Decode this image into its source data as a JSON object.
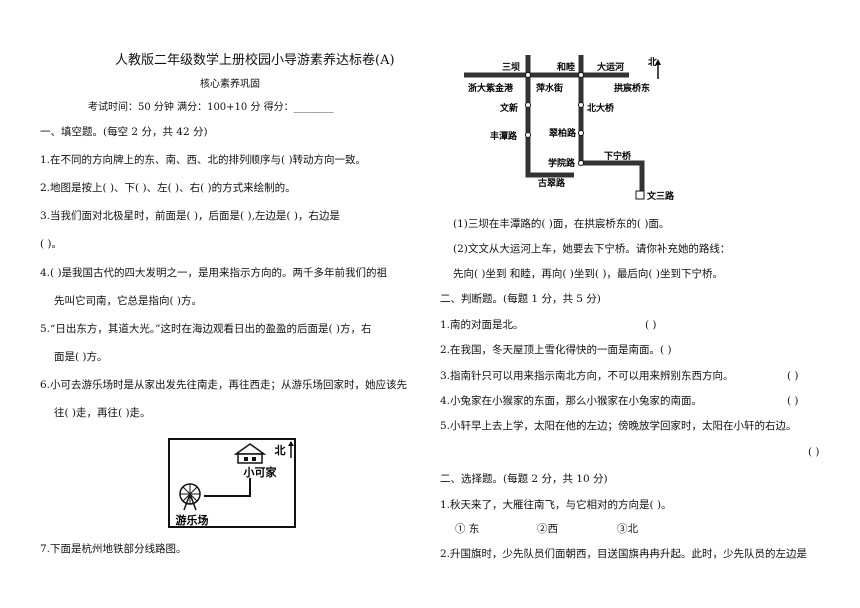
{
  "header": {
    "title": "人教版二年级数学上册校园小导游素养达标卷(A)",
    "subtitle": "核心素养巩固",
    "info": "考试时间：50 分钟    满分：100+10 分    得分：________"
  },
  "left": {
    "s1": "一、填空题。(每空 2 分，共 42 分)",
    "q1": "1.在不同的方向牌上的东、南、西、北的排列顺序与(      )转动方向一致。",
    "q2": "2.地图是按上(      )、下(      )、左(      )、右(      )的方式来绘制的。",
    "q3a": "3.当我们面对北极星时，前面是(         )，后面是(      ),左边是(      )，右边是",
    "q3b": "(      )。",
    "q4a": "4.(         )是我国古代的四大发明之一，是用来指示方向的。两千多年前我们的祖",
    "q4b": "先叫它司南，它总是指向(         )方。",
    "q5a": "5.“日出东方，其道大光。”这时在海边观看日出的盈盈的后面是(        )方，右",
    "q5b": "面是(      )方。",
    "q6a": "6.小可去游乐场时是从家出发先往南走，再往西走；从游乐场回家时，她应该先",
    "q6b": "往(         )走，再往(         )走。",
    "q7": "7.下面是杭州地铁部分线路图。",
    "map6": {
      "north": "北",
      "home": "小可家",
      "park": "游乐场"
    }
  },
  "metro": {
    "north": "北",
    "stations": {
      "sanba": "三坝",
      "heshui": "和睦",
      "dayunhe": "大运河",
      "zheda": "浙大紫金港",
      "pingshui": "萍水街",
      "gongchen": "拱宸桥东",
      "wenxin": "文新",
      "beidaqiao": "北大桥",
      "fengtan": "丰潭路",
      "cuibai": "翠柏路",
      "xueyuan": "学院路",
      "xianing": "下宁桥",
      "gucui": "古翠路",
      "wensan": "文三路"
    }
  },
  "right": {
    "r1": "(1)三坝在丰潭路的(         )面，在拱宸桥东的(       )面。",
    "r2": "(2)文文从大运河上车，她要去下宁桥。请你补充她的路线：",
    "r3": "先向(         )坐到  和睦，再向(         )坐到(         )，最后向(         )坐到下宁桥。",
    "s2": "二、判断题。(每题 1 分，共 5 分)",
    "j1": "1.南的对面是北。",
    "j1p": "(      )",
    "j2": "2.在我国，冬天屋顶上雪化得快的一面是南面。(      )",
    "j3": "3.指南针只可以用来指示南北方向，不可以用来辨别东西方向。",
    "j3p": "(      )",
    "j4": "4.小兔家在小猴家的东面，那么小猴家在小兔家的南面。",
    "j4p": "(      )",
    "j5": "5.小轩早上去上学，太阳在他的左边；傍晚放学回家时，太阳在小轩的右边。",
    "j5p": "(      )",
    "s3": "二、选择题。(每题 2 分，共 10 分)",
    "c1": "1.秋天来了，大雁往南飞，与它相对的方向是(      )。",
    "c1o1": "① 东",
    "c1o2": "②西",
    "c1o3": "③北",
    "c2": "2.升国旗时，少先队员们面朝西，目送国旗冉冉升起。此时，少先队员的左边是"
  }
}
